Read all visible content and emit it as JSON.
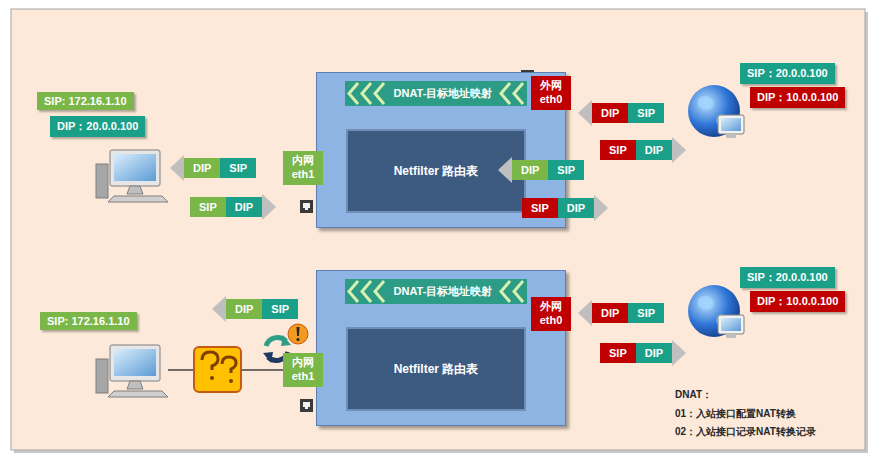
{
  "diagram": {
    "nodes": [
      {
        "text": [
          "SIP: 172.16.1.10"
        ]
      },
      {
        "text": [
          "DIP：20.0.0.100"
        ]
      },
      {
        "text": [
          "DNAT-目标地址映射"
        ]
      },
      {
        "text": [
          "Netfilter 路由表"
        ],
        "in": 2
      },
      {
        "text": [
          "内网 eth1"
        ],
        "in": 2
      },
      {
        "text": [
          "外网 eth0"
        ],
        "in": 2
      },
      {
        "text": [
          "DIP",
          "SIP"
        ]
      },
      {
        "text": [
          "SIP",
          "DIP"
        ]
      },
      {
        "text": [
          "DIP",
          "SIP"
        ]
      },
      {
        "text": [
          "SIP",
          "DIP"
        ]
      },
      {
        "text": [
          "SIP：20.0.0.100"
        ]
      },
      {
        "text": [
          "DIP：10.0.0.100"
        ]
      },
      {
        "text": [
          "DIP",
          "SIP"
        ]
      },
      {
        "text": [
          "SIP",
          "DIP"
        ]
      },
      {
        "text": [
          "SIP: 172.16.1.10"
        ]
      },
      {
        "text": [
          "DNAT-目标地址映射"
        ]
      },
      {
        "text": [
          "Netfilter 路由表"
        ],
        "in": 15
      },
      {
        "text": [
          "内网 eth1"
        ],
        "in": 15
      },
      {
        "text": [
          "外网 eth0"
        ],
        "in": 15
      },
      {
        "text": [
          "DIP",
          "SIP"
        ]
      },
      {
        "text": [
          "SIP：20.0.0.100"
        ]
      },
      {
        "text": [
          "DIP：10.0.0.100"
        ]
      },
      {
        "text": [
          "DIP",
          "SIP"
        ]
      },
      {
        "text": [
          "SIP",
          "DIP"
        ]
      }
    ],
    "labels": [
      "DNAT：",
      "01：入站接口配置NAT转换",
      "02：入站接口记录NAT转换记录"
    ]
  }
}
